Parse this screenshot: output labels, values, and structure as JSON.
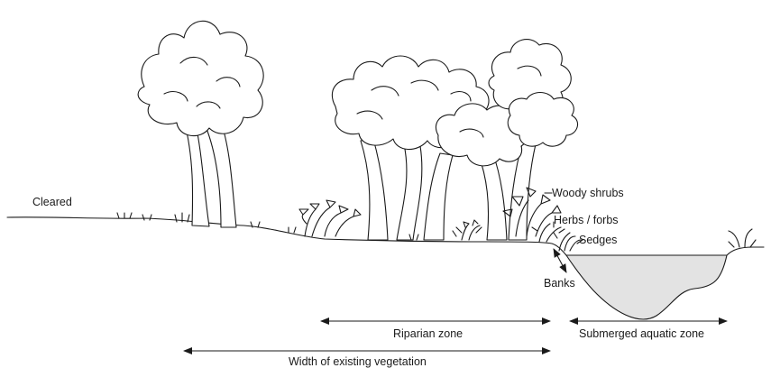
{
  "labels": {
    "cleared": "Cleared",
    "woody_shrubs": "Woody shrubs",
    "herbs_forbs": "Herbs / forbs",
    "sedges": "Sedges",
    "banks": "Banks",
    "riparian_zone": "Riparian zone",
    "submerged_aquatic_zone": "Submerged aquatic zone",
    "width_of_existing_vegetation": "Width of existing vegetation"
  },
  "colors": {
    "line": "#1a1a1a",
    "water": "#e3e3e3",
    "background": "#ffffff"
  }
}
